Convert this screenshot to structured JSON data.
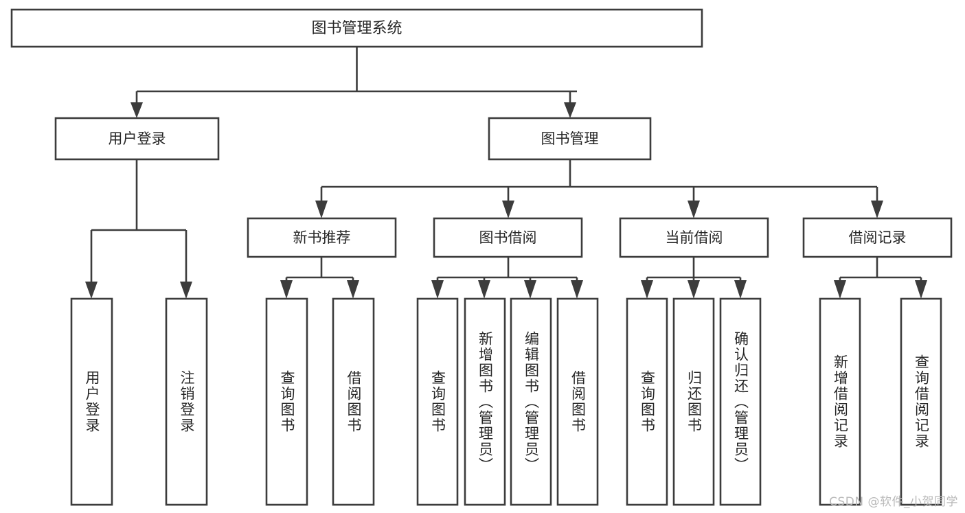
{
  "diagram": {
    "title": "图书管理系统",
    "type": "tree-hierarchy",
    "orientation": "top-down",
    "colors": {
      "stroke": "#3c3c3c",
      "box_fill": "#ffffff",
      "text": "#262626",
      "background": "#ffffff",
      "watermark": "#b9b9b9"
    },
    "nodes": {
      "root": {
        "label": "图书管理系统"
      },
      "level2": [
        {
          "label": "用户登录"
        },
        {
          "label": "图书管理"
        }
      ],
      "level3": [
        {
          "label": "新书推荐"
        },
        {
          "label": "图书借阅"
        },
        {
          "label": "当前借阅"
        },
        {
          "label": "借阅记录"
        }
      ],
      "leaves_user_login": [
        {
          "label": "用户登录"
        },
        {
          "label": "注销登录"
        }
      ],
      "leaves_new_book": [
        {
          "label": "查询图书"
        },
        {
          "label": "借阅图书"
        }
      ],
      "leaves_borrow": [
        {
          "label": "查询图书"
        },
        {
          "label": "新增图书（管理员）"
        },
        {
          "label": "编辑图书（管理员）"
        },
        {
          "label": "借阅图书"
        }
      ],
      "leaves_current": [
        {
          "label": "查询图书"
        },
        {
          "label": "归还图书"
        },
        {
          "label": "确认归还（管理员）"
        }
      ],
      "leaves_records": [
        {
          "label": "新增借阅记录"
        },
        {
          "label": "查询借阅记录"
        }
      ]
    },
    "watermark": "CSDN @软件_小贺同学"
  }
}
